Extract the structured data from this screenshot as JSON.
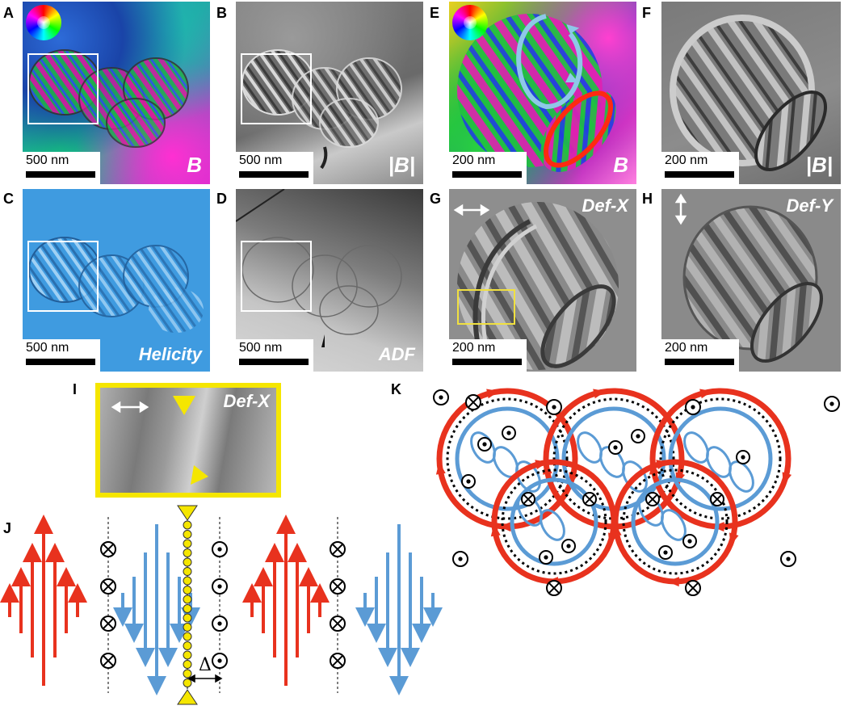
{
  "panels": {
    "A": {
      "letter": "A",
      "scale": "500 nm",
      "tag": "B"
    },
    "B": {
      "letter": "B",
      "scale": "500 nm",
      "tag": "|B|"
    },
    "C": {
      "letter": "C",
      "scale": "500 nm",
      "tag": "Helicity"
    },
    "D": {
      "letter": "D",
      "scale": "500 nm",
      "tag": "ADF"
    },
    "E": {
      "letter": "E",
      "scale": "200 nm",
      "tag": "B"
    },
    "F": {
      "letter": "F",
      "scale": "200 nm",
      "tag": "|B|"
    },
    "G": {
      "letter": "G",
      "scale": "200 nm",
      "tag": "Def-X"
    },
    "H": {
      "letter": "H",
      "scale": "200 nm",
      "tag": "Def-Y"
    },
    "I": {
      "letter": "I",
      "tag": "Def-X"
    },
    "J": {
      "letter": "J",
      "delta": "Δ"
    },
    "K": {
      "letter": "K"
    }
  },
  "colors": {
    "red": "#e8321e",
    "blue": "#5b9bd5",
    "yellow": "#ffe800",
    "helicity_bg": "#3f9be0"
  }
}
